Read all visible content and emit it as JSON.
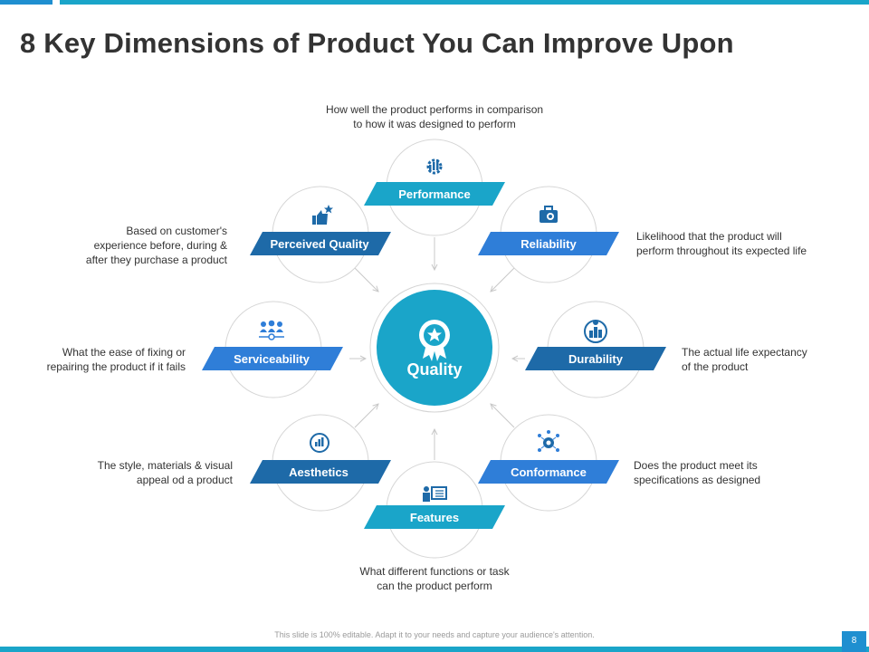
{
  "title": "8 Key Dimensions of Product You Can Improve Upon",
  "center": {
    "label": "Quality",
    "icon": "award-ribbon-icon"
  },
  "dimensions": [
    {
      "label": "Performance",
      "description": [
        "How well the product performs in comparison",
        "to how it was designed to perform"
      ],
      "icon": "gear-chart-icon"
    },
    {
      "label": "Reliability",
      "description": [
        "Likelihood that the product will",
        "perform throughout its expected life"
      ],
      "icon": "toolbox-icon"
    },
    {
      "label": "Durability",
      "description": [
        "The actual life expectancy",
        "of the product"
      ],
      "icon": "globe-buildings-icon"
    },
    {
      "label": "Conformance",
      "description": [
        "Does the product meet its",
        "specifications as designed"
      ],
      "icon": "network-gear-icon"
    },
    {
      "label": "Features",
      "description": [
        "What different functions or task",
        "can the product perform"
      ],
      "icon": "presenter-board-icon"
    },
    {
      "label": "Aesthetics",
      "description": [
        "The style, materials & visual",
        "appeal od a product"
      ],
      "icon": "bar-chart-circle-icon"
    },
    {
      "label": "Serviceability",
      "description": [
        "What the ease of fixing or",
        "repairing the product if it fails"
      ],
      "icon": "team-service-icon"
    },
    {
      "label": "Perceived Quality",
      "description": [
        "Based on customer's",
        "experience before, during &",
        "after they purchase a product"
      ],
      "icon": "thumbs-up-star-icon"
    }
  ],
  "footer": "This slide is 100% editable. Adapt it to your needs and capture your audience's attention.",
  "page_number": "8",
  "colors": {
    "teal": "#1aa5c9",
    "mid_blue": "#2f7ed8",
    "dark_blue": "#1e6aa8",
    "center": "#1aa5c9"
  }
}
